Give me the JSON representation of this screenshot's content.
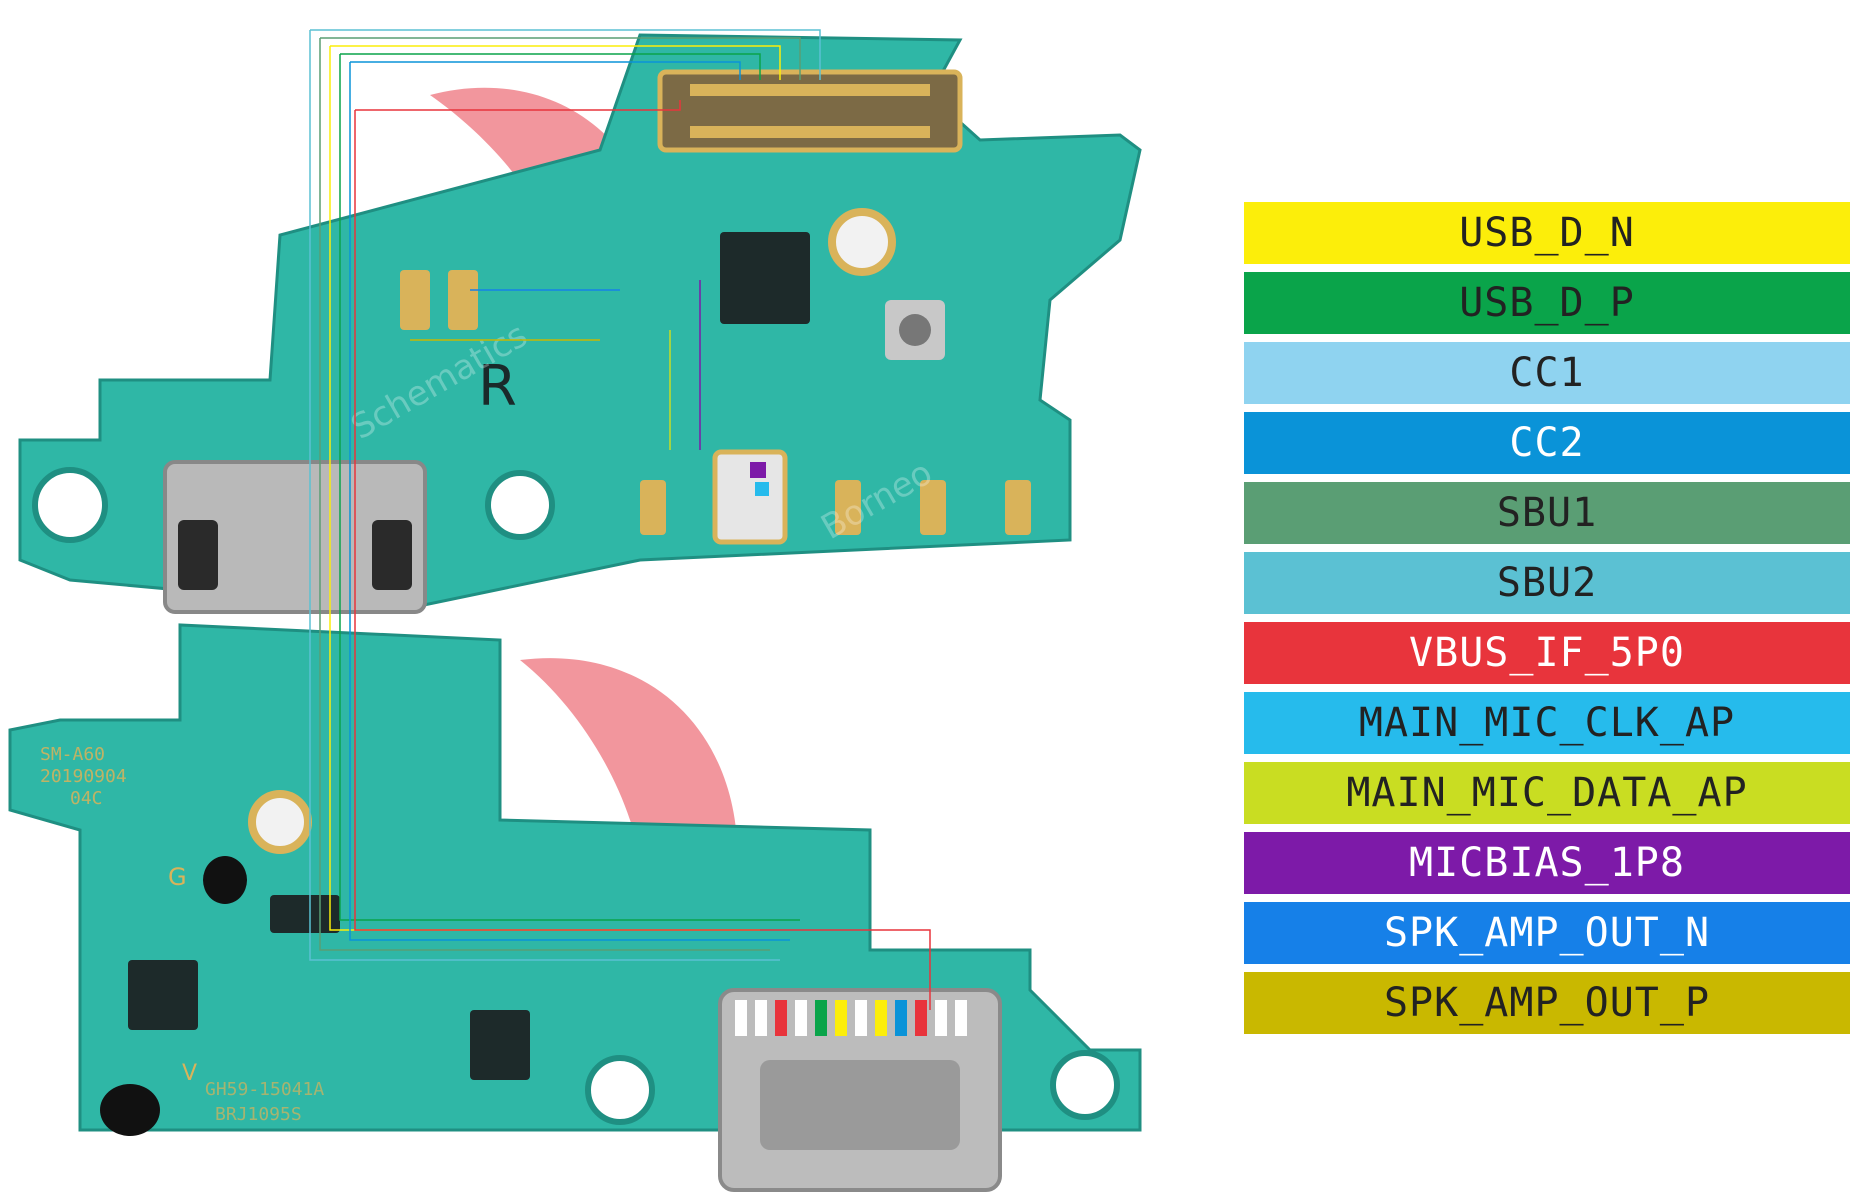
{
  "board": {
    "marking_lines": [
      "SM-A60",
      "20190904",
      "04C"
    ],
    "part_number_lines": [
      "GH59-15041A",
      "BRJ1095S"
    ],
    "silk_r": "R",
    "silk_g": "G",
    "silk_v": "V",
    "watermark_lines": [
      "Borneo",
      "Schematics"
    ],
    "colors": {
      "pcb": "#2fb7a6",
      "pcb_light": "#4cc7b4",
      "pcb_dark": "#1f8f82",
      "pad": "#d9b35a",
      "metal": "#b9b9b9",
      "watermark_red": "#e8404d"
    }
  },
  "legend": {
    "items": [
      {
        "label": "USB_D_N",
        "color": "#fcee0a",
        "text_color": "#222222"
      },
      {
        "label": "USB_D_P",
        "color": "#0aa44a",
        "text_color": "#222222"
      },
      {
        "label": "CC1",
        "color": "#8fd3f0",
        "text_color": "#222222"
      },
      {
        "label": "CC2",
        "color": "#0a93d8",
        "text_color": "#ffffff"
      },
      {
        "label": "SBU1",
        "color": "#5a9e74",
        "text_color": "#222222"
      },
      {
        "label": "SBU2",
        "color": "#5bc1d3",
        "text_color": "#222222"
      },
      {
        "label": "VBUS_IF_5P0",
        "color": "#e8343c",
        "text_color": "#ffffff"
      },
      {
        "label": "MAIN_MIC_CLK_AP",
        "color": "#26bbec",
        "text_color": "#222222"
      },
      {
        "label": "MAIN_MIC_DATA_AP",
        "color": "#c9dd22",
        "text_color": "#222222"
      },
      {
        "label": "MICBIAS_1P8",
        "color": "#7d1aa8",
        "text_color": "#ffffff"
      },
      {
        "label": "SPK_AMP_OUT_N",
        "color": "#1680e8",
        "text_color": "#ffffff"
      },
      {
        "label": "SPK_AMP_OUT_P",
        "color": "#c9b800",
        "text_color": "#222222"
      }
    ]
  }
}
